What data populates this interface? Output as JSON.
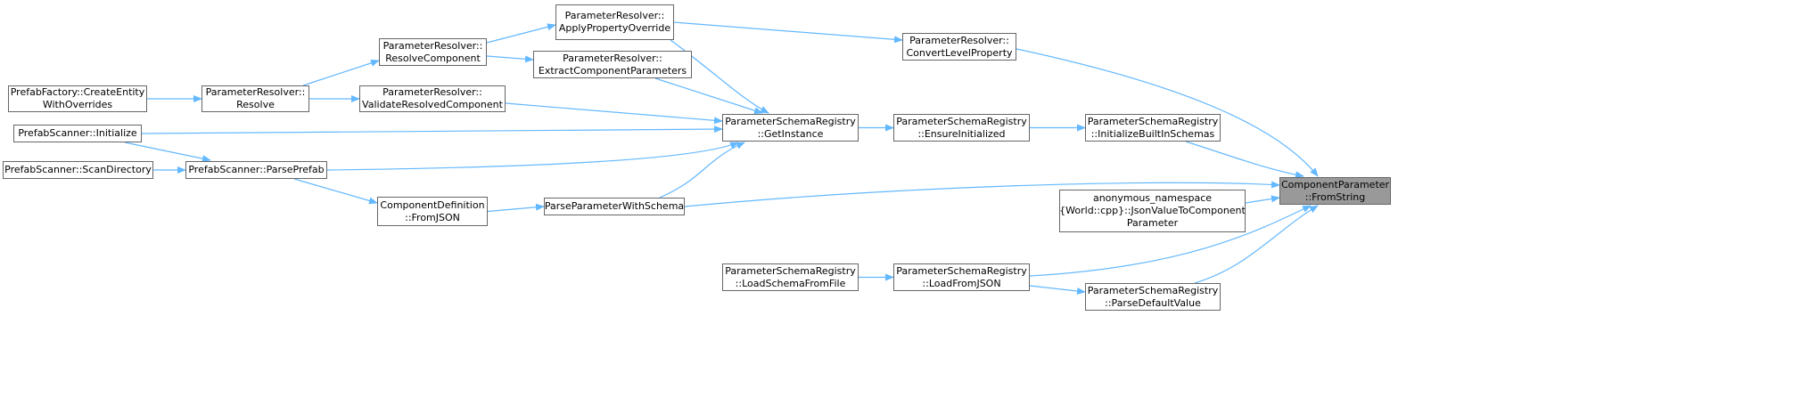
{
  "graph": {
    "type": "call-graph",
    "edge_color": "#63b8ff",
    "current_fill": "#999999",
    "nodes": {
      "apply": {
        "lines": [
          "ParameterResolver::",
          "ApplyPropertyOverride"
        ]
      },
      "resolvecomp": {
        "lines": [
          "ParameterResolver::",
          "ResolveComponent"
        ]
      },
      "extract": {
        "lines": [
          "ParameterResolver::",
          "ExtractComponentParameters"
        ]
      },
      "createentity": {
        "lines": [
          "PrefabFactory::CreateEntity",
          "WithOverrides"
        ]
      },
      "resolve": {
        "lines": [
          "ParameterResolver::",
          "Resolve"
        ]
      },
      "validate": {
        "lines": [
          "ParameterResolver::",
          "ValidateResolvedComponent"
        ]
      },
      "initialize": {
        "lines": [
          "PrefabScanner::Initialize"
        ]
      },
      "scandir": {
        "lines": [
          "PrefabScanner::ScanDirectory"
        ]
      },
      "parseprefab": {
        "lines": [
          "PrefabScanner::ParsePrefab"
        ]
      },
      "fromjson": {
        "lines": [
          "ComponentDefinition",
          "::FromJSON"
        ]
      },
      "parseparam": {
        "lines": [
          "ParseParameterWithSchema"
        ]
      },
      "convert": {
        "lines": [
          "ParameterResolver::",
          "ConvertLevelProperty"
        ]
      },
      "getinstance": {
        "lines": [
          "ParameterSchemaRegistry",
          "::GetInstance"
        ]
      },
      "ensure": {
        "lines": [
          "ParameterSchemaRegistry",
          "::EnsureInitialized"
        ]
      },
      "initbuiltin": {
        "lines": [
          "ParameterSchemaRegistry",
          "::InitializeBuiltInSchemas"
        ]
      },
      "fromstring": {
        "lines": [
          "ComponentParameter",
          "::FromString"
        ]
      },
      "anon": {
        "lines": [
          "anonymous_namespace",
          "{World::cpp}::JsonValueToComponent",
          "Parameter"
        ]
      },
      "loadschema": {
        "lines": [
          "ParameterSchemaRegistry",
          "::LoadSchemaFromFile"
        ]
      },
      "loadjson": {
        "lines": [
          "ParameterSchemaRegistry",
          "::LoadFromJSON"
        ]
      },
      "parsedefault": {
        "lines": [
          "ParameterSchemaRegistry",
          "::ParseDefaultValue"
        ]
      }
    },
    "edges": [
      [
        "resolvecomp",
        "apply"
      ],
      [
        "resolvecomp",
        "extract"
      ],
      [
        "resolve",
        "resolvecomp"
      ],
      [
        "resolve",
        "validate"
      ],
      [
        "createentity",
        "resolve"
      ],
      [
        "initialize",
        "getinstance"
      ],
      [
        "initialize",
        "parseprefab"
      ],
      [
        "scandir",
        "parseprefab"
      ],
      [
        "parseprefab",
        "getinstance"
      ],
      [
        "parseprefab",
        "fromjson"
      ],
      [
        "fromjson",
        "parseparam"
      ],
      [
        "parseparam",
        "getinstance"
      ],
      [
        "parseparam",
        "fromstring"
      ],
      [
        "apply",
        "getinstance"
      ],
      [
        "apply",
        "convert"
      ],
      [
        "extract",
        "getinstance"
      ],
      [
        "validate",
        "getinstance"
      ],
      [
        "getinstance",
        "ensure"
      ],
      [
        "ensure",
        "initbuiltin"
      ],
      [
        "initbuiltin",
        "fromstring"
      ],
      [
        "convert",
        "fromstring"
      ],
      [
        "anon",
        "fromstring"
      ],
      [
        "loadschema",
        "loadjson"
      ],
      [
        "loadjson",
        "fromstring"
      ],
      [
        "loadjson",
        "parsedefault"
      ],
      [
        "parsedefault",
        "fromstring"
      ]
    ]
  }
}
